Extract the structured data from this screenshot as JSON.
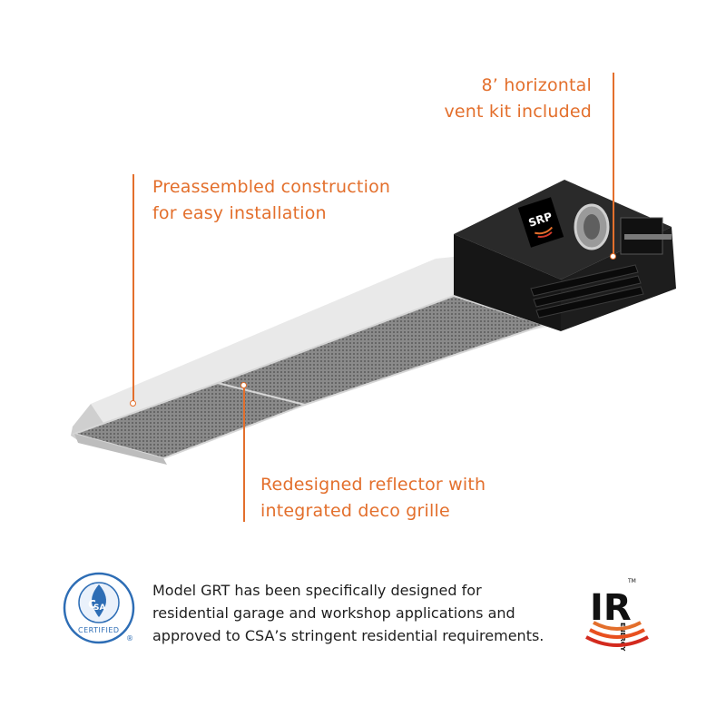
{
  "callouts": {
    "vent_kit": [
      "8’ horizontal",
      "vent kit included"
    ],
    "preassembled": [
      "Preassembled construction",
      "for easy installation"
    ],
    "reflector": [
      "Redesigned reflector with",
      "integrated deco grille"
    ]
  },
  "description": [
    "Model GRT has been specifically designed for",
    "residential garage and workshop applications and",
    "approved to CSA’s stringent residential requirements."
  ],
  "product": {
    "brand_logo": "SRP"
  },
  "badges": {
    "csa": {
      "top_text": "C",
      "center_text": "SA",
      "label": "CERTIFIED",
      "mark": "®"
    },
    "ir_energy": {
      "big_text": "IR",
      "small_text": "ENERGY",
      "mark": "TM"
    }
  },
  "colors": {
    "accent": "#e36f2c",
    "text": "#1f1f1f",
    "csa_blue": "#2d6db5",
    "heater_black": "#1a1a1a"
  }
}
